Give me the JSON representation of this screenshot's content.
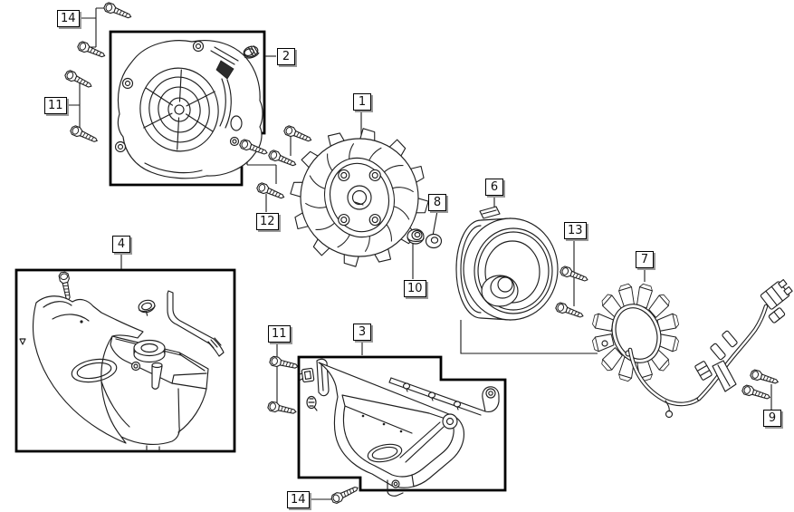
{
  "diagram": {
    "kind": "exploded-parts-line-drawing",
    "background": "#ffffff",
    "line_color": "#1f1f1f",
    "label_style": {
      "bg": "#ffffff",
      "border": "#000000",
      "shadow": "#999999"
    },
    "callout_numbers_visible": [
      "14",
      "11",
      "2",
      "1",
      "12",
      "8",
      "10",
      "6",
      "13",
      "7",
      "9",
      "4",
      "11",
      "3",
      "14"
    ]
  },
  "labels": [
    {
      "id": "callout-14-top",
      "text": "14"
    },
    {
      "id": "callout-11-top",
      "text": "11"
    },
    {
      "id": "callout-2",
      "text": "2"
    },
    {
      "id": "callout-1",
      "text": "1"
    },
    {
      "id": "callout-12",
      "text": "12"
    },
    {
      "id": "callout-8",
      "text": "8"
    },
    {
      "id": "callout-10",
      "text": "10"
    },
    {
      "id": "callout-6",
      "text": "6"
    },
    {
      "id": "callout-13",
      "text": "13"
    },
    {
      "id": "callout-7",
      "text": "7"
    },
    {
      "id": "callout-9",
      "text": "9"
    },
    {
      "id": "callout-4",
      "text": "4"
    },
    {
      "id": "callout-11-bottom",
      "text": "11"
    },
    {
      "id": "callout-3",
      "text": "3"
    },
    {
      "id": "callout-14-bottom",
      "text": "14"
    }
  ]
}
